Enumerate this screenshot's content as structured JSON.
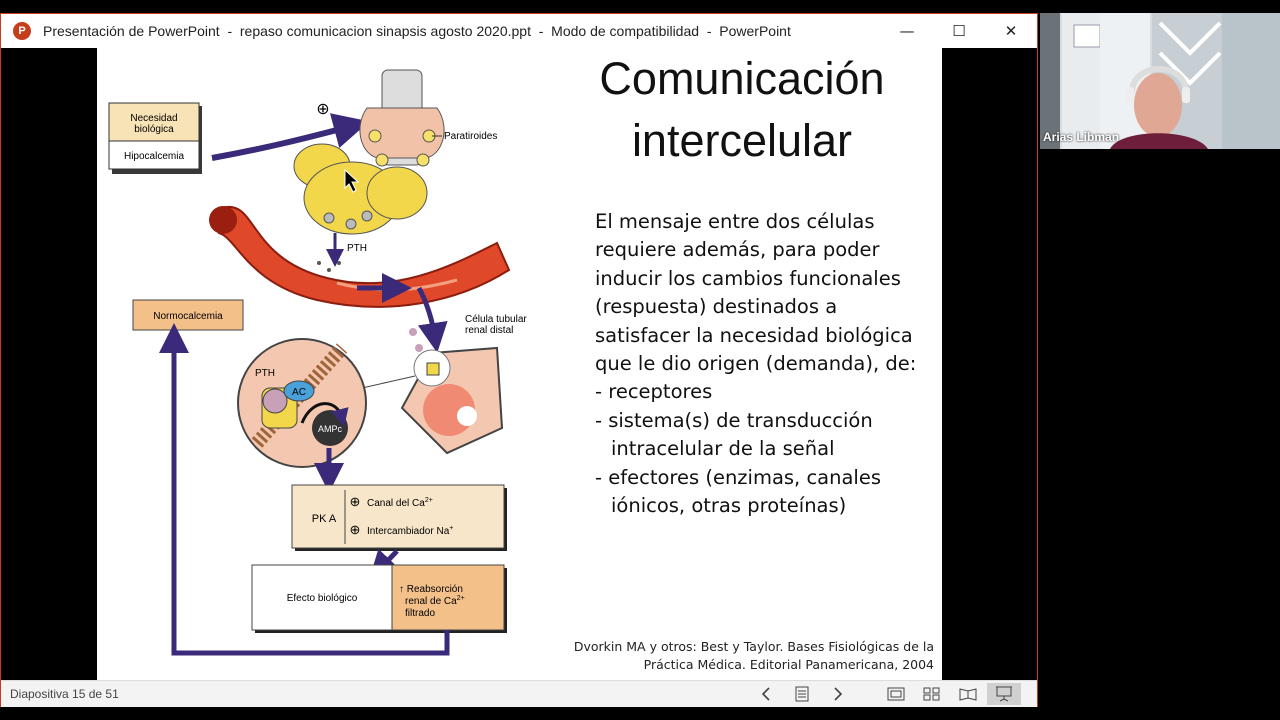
{
  "window": {
    "app_icon_letter": "P",
    "title": "Presentación de PowerPoint  -  repaso comunicacion sinapsis agosto 2020.ppt  -  Modo de compatibilidad  -  PowerPoint",
    "controls": {
      "minimize": "—",
      "maximize": "☐",
      "close": "✕"
    },
    "accent_color": "#c43e1c"
  },
  "slide": {
    "title_line1": "Comunicación",
    "title_line2": "intercelular",
    "body": [
      "El mensaje entre dos células",
      "requiere además, para  poder",
      "inducir los cambios funcionales",
      "(respuesta) destinados a",
      "satisfacer la necesidad biológica",
      "que le dio origen (demanda), de:",
      "- receptores",
      "- sistema(s) de transducción",
      "intracelular de la señal",
      "- efectores (enzimas, canales",
      "iónicos, otras proteínas)"
    ],
    "citation_line1": "Dvorkin MA y otros: Best y Taylor. Bases Fisiológicas de la",
    "citation_line2": "Práctica Médica. Editorial Panamericana, 2004",
    "diagram": {
      "necesidad": "Necesidad biológica",
      "necesidad_line1": "Necesidad",
      "necesidad_line2": "biológica",
      "hipocalcemia": "Hipocalcemia",
      "paratiroides": "Paratiroides",
      "pth": "PTH",
      "plus": "⊕",
      "celula_line1": "Célula tubular",
      "celula_line2": "renal distal",
      "normocalcemia": "Normocalcemia",
      "ac": "AC",
      "ampc": "AMPc",
      "pka": "PK A",
      "canal": "Canal del Ca",
      "canal_sup": "2+",
      "intercambiador": "Intercambiador Na",
      "intercambiador_sup": "+",
      "efecto": "Efecto biológico",
      "reabs_line1": "↑ Reabsorción",
      "reabs_line2": "renal de Ca",
      "reabs_sup": "2+",
      "reabs_line3": "filtrado"
    }
  },
  "statusbar": {
    "slide_counter": "Diapositiva 15 de 51",
    "icons": [
      "prev-arrow-icon",
      "slide-menu-icon",
      "next-arrow-icon",
      "normal-view-icon",
      "slide-sorter-icon",
      "reading-view-icon",
      "slideshow-icon"
    ]
  },
  "webcam": {
    "name": "Arias Libman"
  }
}
